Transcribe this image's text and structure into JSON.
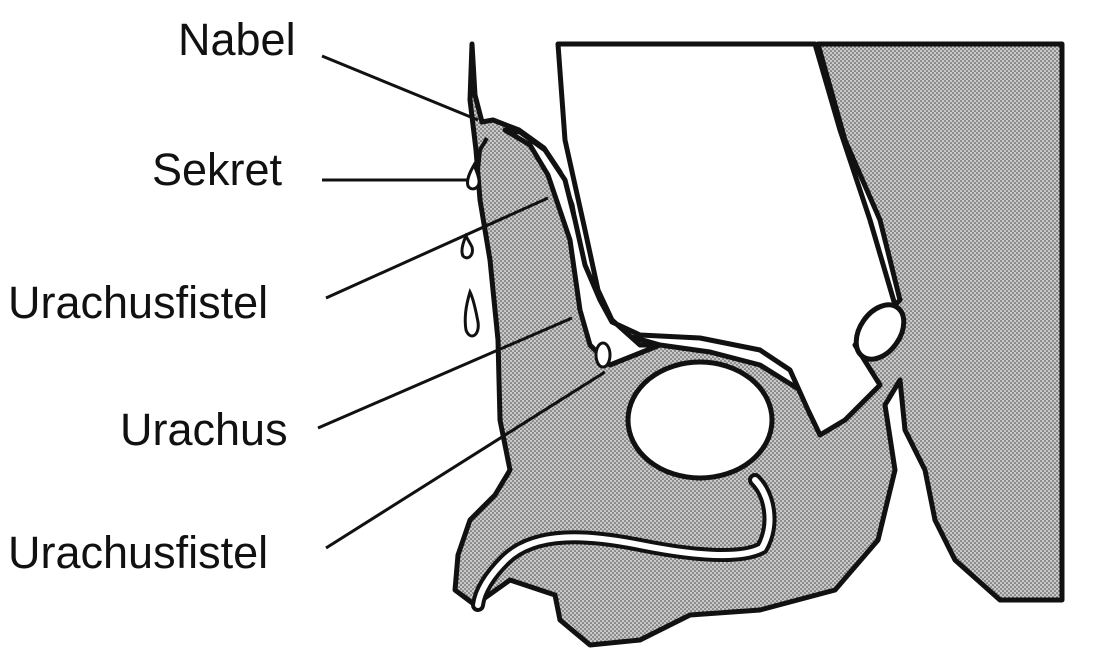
{
  "labels": {
    "nabel": "Nabel",
    "sekret": "Sekret",
    "urachusfistel_upper": "Urachusfistel",
    "urachus": "Urachus",
    "urachusfistel_lower": "Urachusfistel"
  },
  "colors": {
    "ink": "#111111",
    "tissue_fill": "#b9b9b9",
    "background": "#ffffff"
  }
}
